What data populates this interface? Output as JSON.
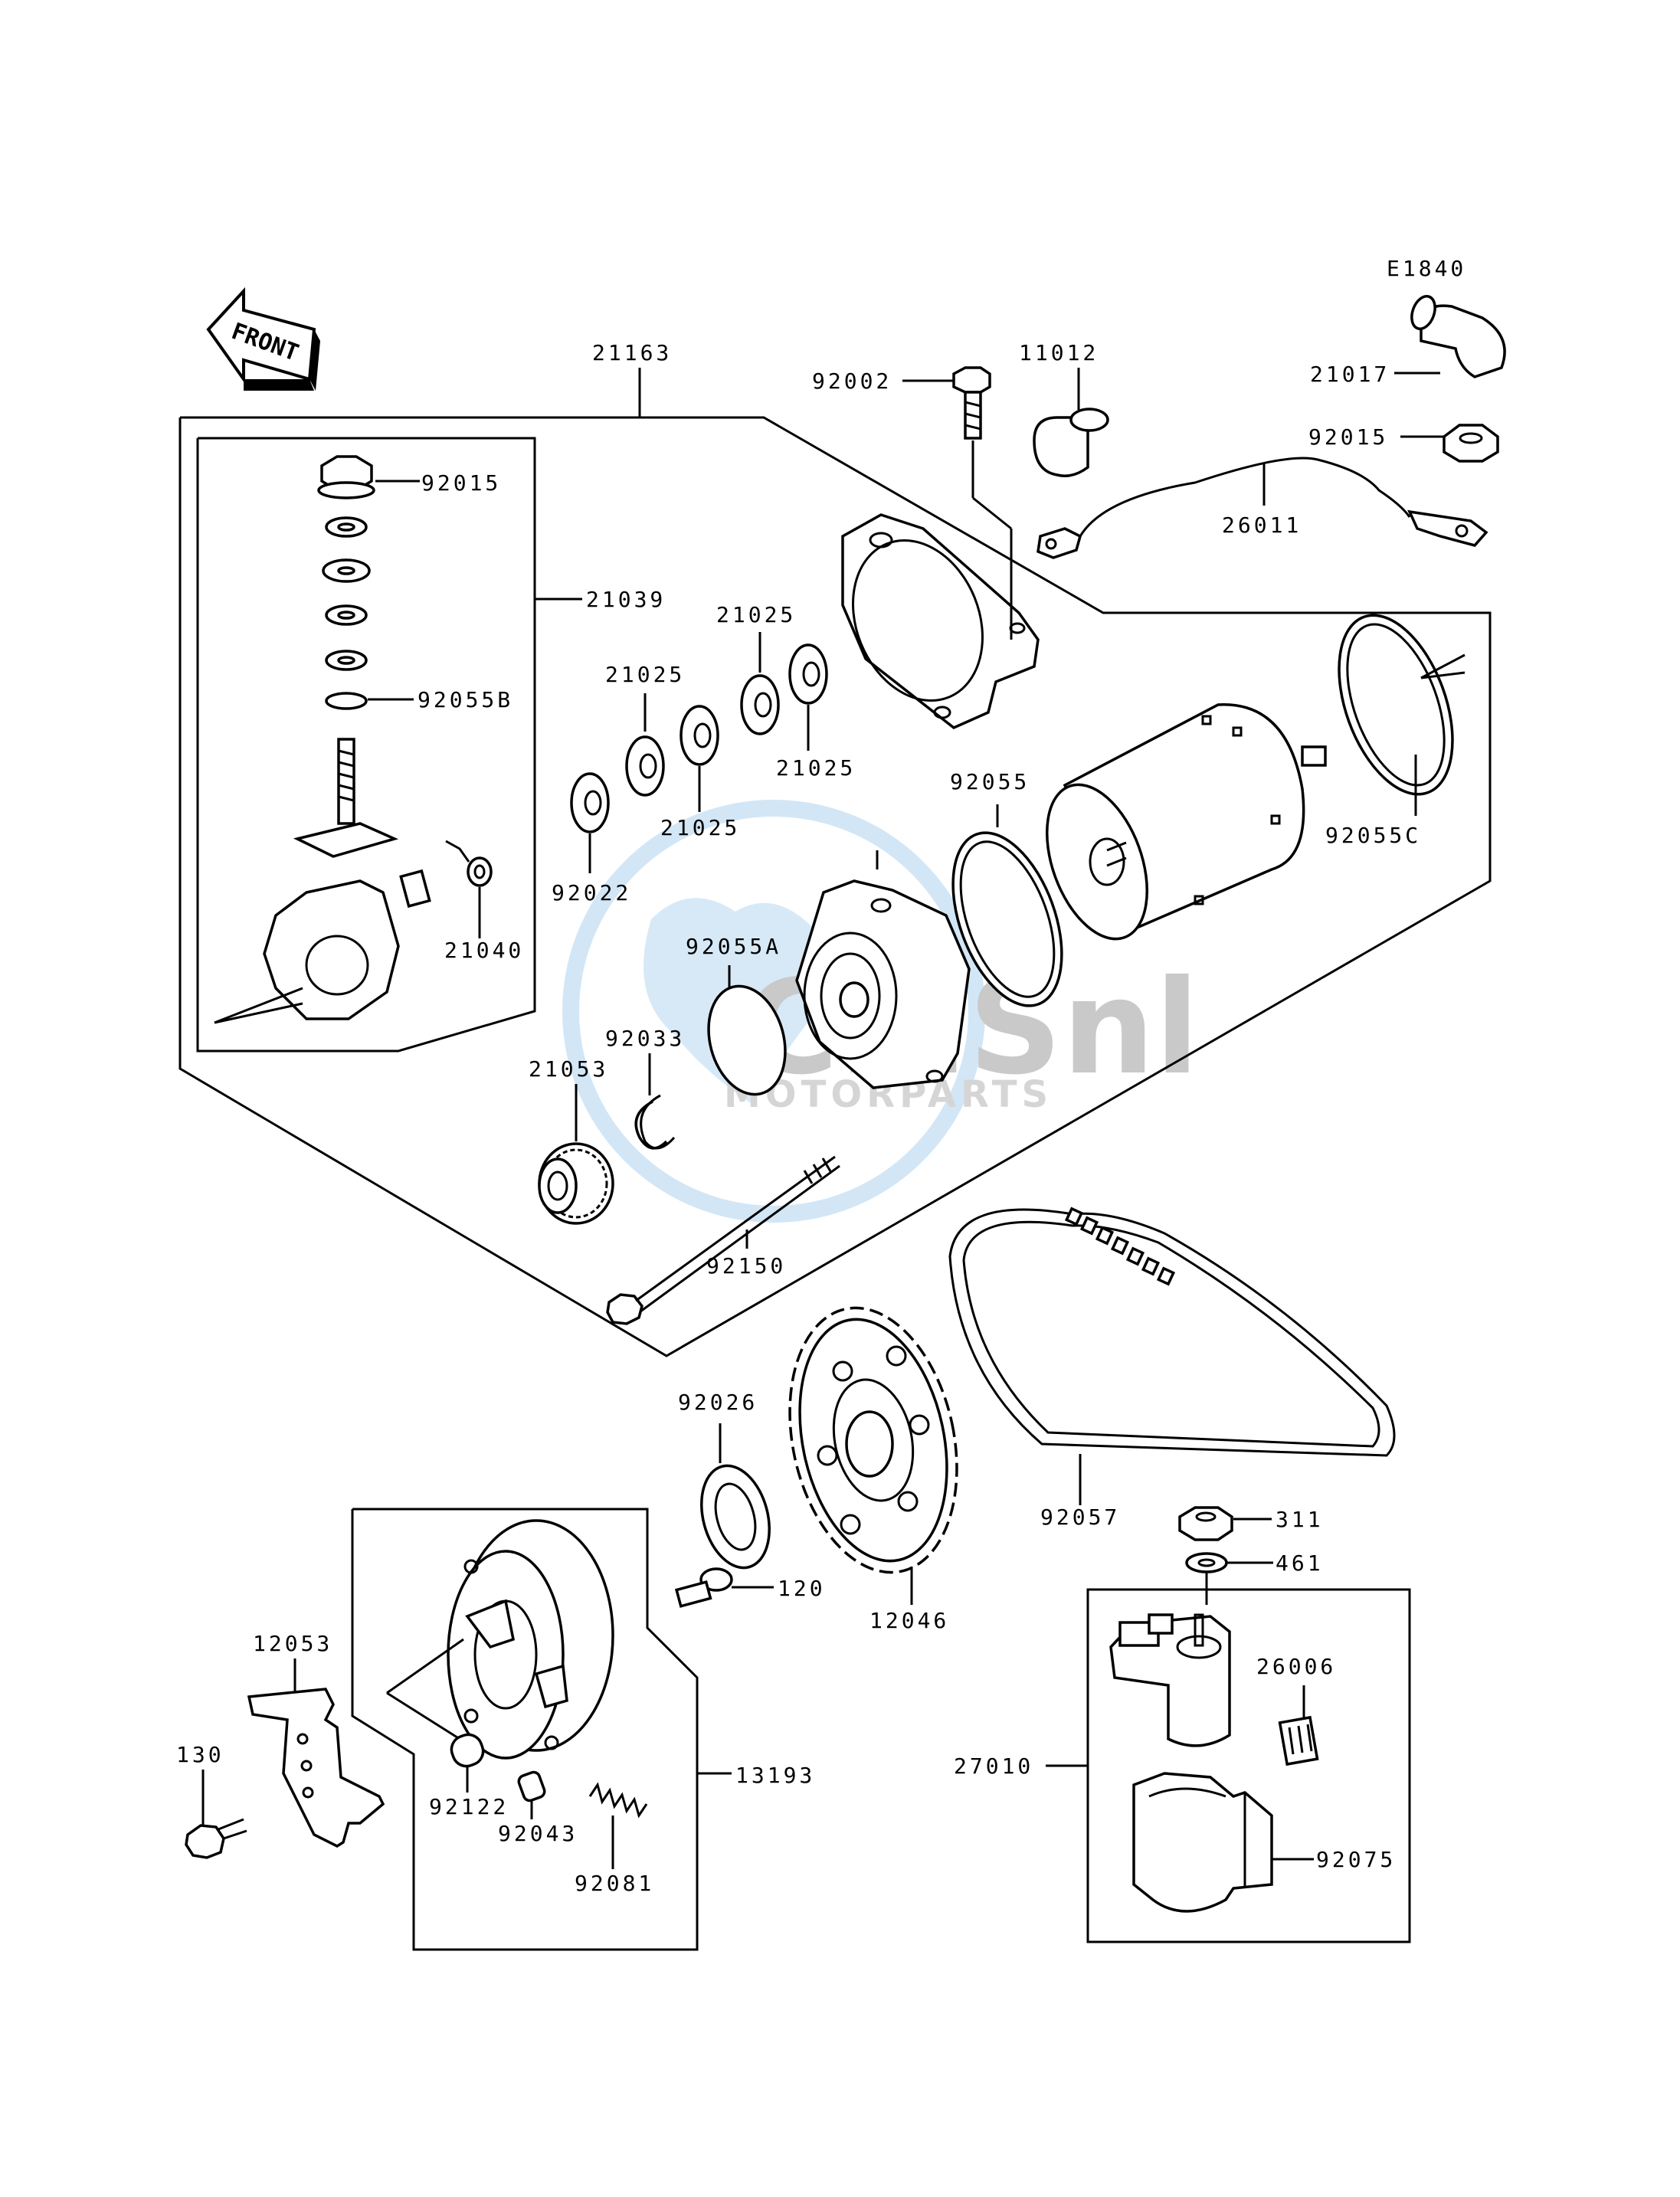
{
  "diagram_code": "E1840",
  "front_label": "FRONT",
  "watermark": {
    "brand": "CMSnl",
    "sub": "MOTORPARTS"
  },
  "labels": {
    "p21163": "21163",
    "p92002": "92002",
    "p11012": "11012",
    "p21017": "21017",
    "p92015_top": "92015",
    "p92015_in": "92015",
    "p26011": "26011",
    "p21039": "21039",
    "p92055B": "92055B",
    "p21040": "21040",
    "p21025_a": "21025",
    "p21025_b": "21025",
    "p21025_c": "21025",
    "p21025_d": "21025",
    "p92022": "92022",
    "p92055": "92055",
    "p92055C": "92055C",
    "p92055A": "92055A",
    "p92033": "92033",
    "p21053": "21053",
    "p92150": "92150",
    "p92026": "92026",
    "p92057": "92057",
    "p311": "311",
    "p461": "461",
    "p120": "120",
    "p12046": "12046",
    "p12053": "12053",
    "p130": "130",
    "p13193": "13193",
    "p92122": "92122",
    "p92043": "92043",
    "p92081": "92081",
    "p26006": "26006",
    "p27010": "27010",
    "p92075": "92075"
  }
}
